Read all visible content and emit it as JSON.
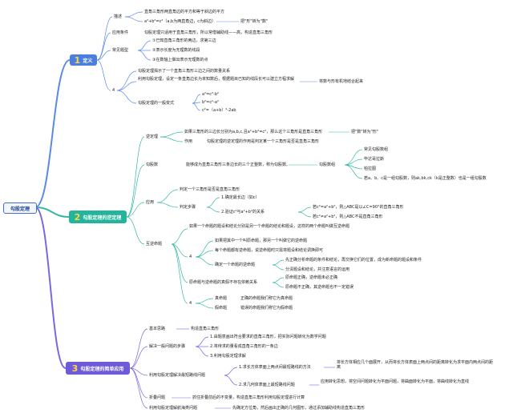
{
  "colors": {
    "root_border": "#3b6fd8",
    "branch1": "#4a7fe0",
    "branch2": "#24b39b",
    "branch3": "#6f5bd8",
    "line1": "#5a8ae6",
    "line2": "#35b8a3",
    "line3": "#7a68de"
  },
  "root": "勾股定理",
  "branches": {
    "b1": {
      "num": "1",
      "label": "定义"
    },
    "b2": {
      "num": "2",
      "label": "勾股定理的逆定理"
    },
    "b3": {
      "num": "3",
      "label": "勾股定理的简单应用"
    }
  },
  "b1": {
    "desc": "描述",
    "desc_text": "直角三角形两直角边的平方和等于斜边的平方",
    "formula_note": "a²+b²=c²（a,b为两直角边，c为斜边）",
    "formula_hint": "把\"形\"转为\"数\"",
    "apply": "应用条件",
    "apply_text": "勾股定理只适用于直角三角形，所以常借辅助线——高，构造直角三角形",
    "common": "常见题型",
    "common_items": [
      "①已知直角三角形的两边，求第三边",
      "②表示长度为无理数的线段",
      "③在数轴上做出表示无理数的点"
    ],
    "four": "4",
    "four_desc": "勾股定理揭示了一个直角三角形三边之间的数量关系",
    "four_use": "利用勾股定理，设定一条直角边长为未知数后，根据题目已知的线段长可以建立方程求解",
    "four_hint": "将数与形有机地结合起来",
    "variants_label": "勾股定理的一般变式",
    "variants": [
      "a²=c²-b²",
      "b²=c²-a²",
      "c²=（a+b）²-2ab"
    ]
  },
  "b2": {
    "converse": "逆定理",
    "converse_text": "如果三角形的三边长分别为a,b,c,且a²+b²=c²，那么这个三角形是直角三角形",
    "converse_hint": "把\"数\"转为\"形\"",
    "effect": "作用",
    "effect_text": "勾股定理的逆定理的作用是判定某一个三角形是否是直角三角形",
    "numbers": "勾股数",
    "numbers_text": "能够成为直角三角形三条边长的三个正整数，称为勾股数。",
    "array_label": "勾股数组",
    "arrays": [
      "常见勾股数组",
      "毕达哥拉斯",
      "柏拉图",
      "若a、b、c是一组勾股数，则ak,bk,ck（k是正整数）也是一组勾股数"
    ],
    "application": "应用",
    "app_judge": "判定一个三角形是否是直角三角形",
    "steps": "判定步骤",
    "step1": "1.确定最长边（如c）",
    "step2": "2.验证c²与a²+b²的关系",
    "step2_a": "若c²=a²+b²，则△ABC是以∠C=90°的直角三角形",
    "step2_b": "若c²≠a²+b²，则△ABC不是直角三角形",
    "inverse": "互逆命题",
    "inverse_def": "如果一个命题的题设和结论分别是另一个命题的结论和题设，这样的两个命题叫做互逆命题",
    "four": "4",
    "inv_items": [
      "如果把其中一个叫原命题，那另一个叫做它的逆命题",
      "每个命题都有逆命题，说逆命题时只需将题设和结论调换即可",
      "确定一个命题的逆命题"
    ],
    "inv_sub": [
      "先正确分析命题的条件和结论，再交换它们的位置，成为新命题的题设和条件",
      "分清题设和结论，并注意语言的运用"
    ],
    "truth": "原命题与逆命题的真假不存在依赖关系",
    "truth_items": [
      "原命题正确，逆命题未必正确",
      "原命题不正确，其逆命题也不一定错误"
    ],
    "prop_num": "4",
    "true_prop": "真命题",
    "true_prop_text": "正确的命题我们称它为真命题",
    "false_prop": "假命题",
    "false_prop_text": "错误的命题我们称它为假命题"
  },
  "b3": {
    "basic": "基本思路",
    "basic_text": "构造直角三角形",
    "steps": "解决一般问题的步骤",
    "step_items": [
      "1.由题意画出符合要求的直角三角形，把实际问题转化为数学问题",
      "2.将待求的量看成直角三角形的一条边",
      "3.利用勾股定理求解"
    ],
    "shortest": "利用勾股定理解决最短路线问题",
    "shortest_1": "1.求长方体表面上两点间最短路线的方法",
    "shortest_1_text": "将长方体相应几个面展开，从而将长方体表面上两点间的距离转化为求平面内两点间的距离",
    "shortest_2": "2.求几何体表面上最短路线问题",
    "shortest_2_text": "应用转化思想，将空间问题转化为平面问题，将曲面转化为平面，将曲线转化为直线",
    "fold": "折叠问题",
    "fold_text": "抓住折叠前后的不变量，构造直角三角形利用勾股定理进行计算",
    "nav": "利用勾股定理解航海类问题",
    "nav_text": "先确定方位角，然后画出正确的几何图形，通过添加辅助线构造直角三角形"
  }
}
